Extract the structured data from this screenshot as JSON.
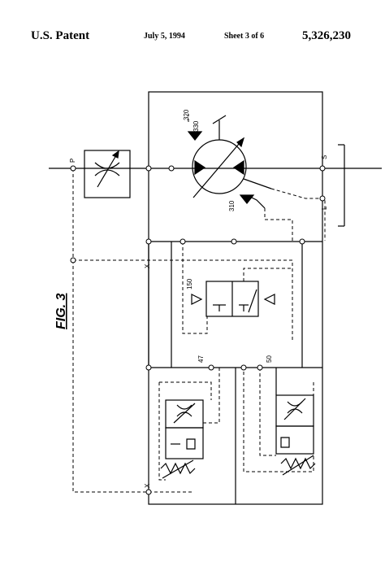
{
  "header": {
    "patent_label": "U.S. Patent",
    "date": "July 5, 1994",
    "sheet": "Sheet 3 of 6",
    "patent_number": "5,326,230"
  },
  "figure": {
    "title": "FIG. 3",
    "labels": {
      "port_p": "P",
      "port_s": "S",
      "port_l": "L",
      "ref_320": "320",
      "ref_330": "330",
      "ref_310": "310",
      "ref_150": "150",
      "ref_47": "47",
      "ref_50": "50",
      "line_x_upper": "X",
      "line_x_lower": "X"
    }
  }
}
